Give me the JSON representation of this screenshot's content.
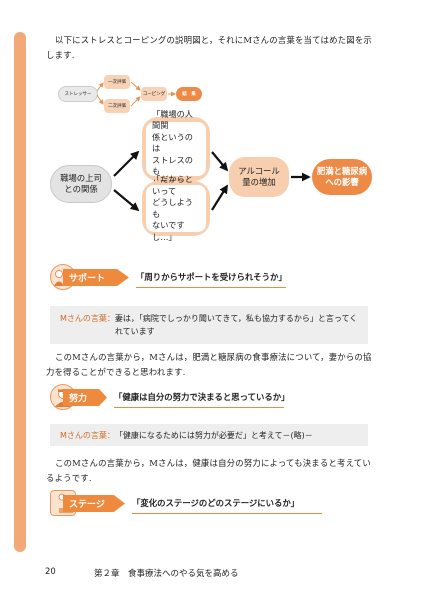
{
  "intro_paragraph": "以下にストレスとコーピングの説明図と，それにMさんの言葉を当てはめた図を示します.",
  "small_diagram": {
    "stressor": "ストレッサー",
    "primary": "一次評価",
    "secondary": "二次評価",
    "coping": "コーピング",
    "result": "結　果"
  },
  "big_diagram": {
    "boss": "職場の上司\nとの関係",
    "thought1": "「職場の人間関\n係というのは\nストレスのも\nとですね」",
    "thought2": "「だからといって\nどうしようも\nないですし…」",
    "alcohol": "アルコール\n量の増加",
    "outcome": "肥満と糖尿病\nへの影響"
  },
  "section_support": {
    "tag": "サポート",
    "title": "「周りからサポートを受けられそうか」",
    "quote_label": "Mさんの言葉：",
    "quote": "妻は，「病院でしっかり聞いてきて，私も協力するから」と言ってくれています",
    "paragraph": "このMさんの言葉から，Mさんは，肥満と糖尿病の食事療法について，妻からの協力を得ることができると思われます."
  },
  "section_effort": {
    "tag": "努力",
    "title": "「健康は自分の努力で決まると思っているか」",
    "quote_label": "Mさんの言葉：",
    "quote": "「健康になるためには努力が必要だ」と考えて－(略)－",
    "paragraph": "このMさんの言葉から，Mさんは，健康は自分の努力によっても決まると考えているようです."
  },
  "section_stage": {
    "tag": "ステージ",
    "title": "「変化のステージのどのステージにいるか」"
  },
  "footer": {
    "page_number": "20",
    "chapter": "第２章　食事療法へのやる気を高める"
  },
  "colors": {
    "accent": "#ee8a3e",
    "light_orange": "#f8cfae",
    "grey_box": "#eeeeee"
  }
}
